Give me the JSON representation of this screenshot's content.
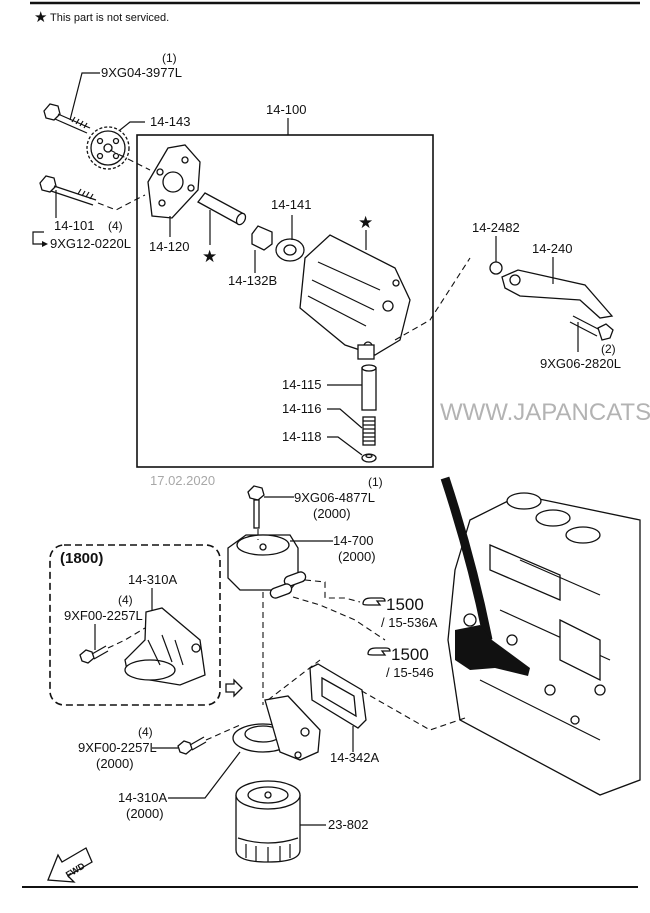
{
  "header": {
    "legend_symbol": "★",
    "legend_text": "This part is not serviced."
  },
  "watermark": {
    "text": "WWW.JAPANCATS.RU",
    "date": "17.02.2020"
  },
  "parts": {
    "bolt_top": {
      "code": "9XG04-3977L",
      "qty": "(1)"
    },
    "sprocket": {
      "code": "14-143"
    },
    "pump_assembly": {
      "code": "14-100"
    },
    "bolt_pump": {
      "code": "14-101",
      "alt_code": "9XG12-0220L",
      "qty": "(4)"
    },
    "pump_cover": {
      "code": "14-120"
    },
    "shaft_star": {
      "code": "★"
    },
    "collar": {
      "code": "14-132B"
    },
    "rotor": {
      "code": "14-141"
    },
    "pump_body_star": {
      "code": "★"
    },
    "oring": {
      "code": "14-2482"
    },
    "strainer": {
      "code": "14-240"
    },
    "bolt_strainer": {
      "code": "9XG06-2820L",
      "qty": "(2)"
    },
    "plunger": {
      "code": "14-115"
    },
    "spring": {
      "code": "14-116"
    },
    "plug": {
      "code": "14-118"
    },
    "bolt_cooler": {
      "code": "9XG06-4877L",
      "qty": "(1)",
      "variant": "(2000)"
    },
    "oil_cooler": {
      "code": "14-700",
      "variant": "(2000)"
    },
    "ref_1": {
      "code": "1500",
      "sub": "/ 15-536A"
    },
    "ref_2": {
      "code": "1500",
      "sub": "/ 15-546"
    },
    "inset": {
      "title": "(1800)"
    },
    "inset_body": {
      "code": "14-310A"
    },
    "inset_bolt": {
      "code": "9XF00-2257L",
      "qty": "(4)"
    },
    "filter_bolt": {
      "code": "9XF00-2257L",
      "qty": "(4)",
      "variant": "(2000)"
    },
    "gasket": {
      "code": "14-342A"
    },
    "filter_body": {
      "code": "14-310A",
      "variant": "(2000)"
    },
    "oil_filter": {
      "code": "23-802"
    }
  },
  "direction": {
    "label": "FWD"
  }
}
